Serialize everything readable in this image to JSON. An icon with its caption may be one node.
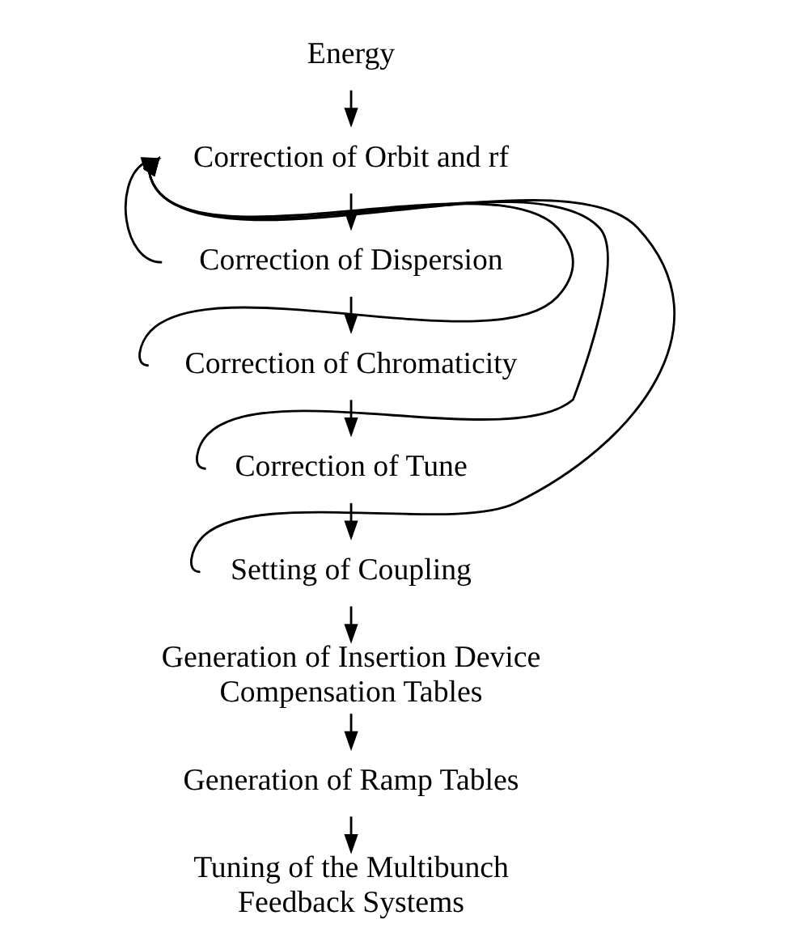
{
  "diagram": {
    "nodes": [
      {
        "text": [
          "Energy"
        ]
      },
      {
        "text": [
          "Correction of Orbit and rf"
        ]
      },
      {
        "text": [
          "Correction of Dispersion"
        ]
      },
      {
        "text": [
          "Correction of Chromaticity"
        ]
      },
      {
        "text": [
          "Correction of Tune"
        ]
      },
      {
        "text": [
          "Setting of Coupling"
        ]
      },
      {
        "text": [
          "Generation of Insertion Device Compensation Tables"
        ]
      },
      {
        "text": [
          "Generation of Ramp Tables"
        ]
      },
      {
        "text": [
          "Tuning of the Multibunch Feedback Systems"
        ]
      }
    ],
    "edges": [
      {
        "from": 0,
        "to": 1,
        "arrow": "to"
      },
      {
        "from": 1,
        "to": 2,
        "arrow": "to"
      },
      {
        "from": 2,
        "to": 3,
        "arrow": "to"
      },
      {
        "from": 3,
        "to": 4,
        "arrow": "to"
      },
      {
        "from": 4,
        "to": 5,
        "arrow": "to"
      },
      {
        "from": 5,
        "to": 6,
        "arrow": "to"
      },
      {
        "from": 6,
        "to": 7,
        "arrow": "to"
      },
      {
        "from": 7,
        "to": 8,
        "arrow": "to"
      },
      {
        "from": 2,
        "to": 1,
        "arrow": "to"
      },
      {
        "from": 3,
        "to": 1,
        "arrow": "to"
      },
      {
        "from": 4,
        "to": 1,
        "arrow": "to"
      },
      {
        "from": 5,
        "to": 1,
        "arrow": "to"
      }
    ]
  }
}
